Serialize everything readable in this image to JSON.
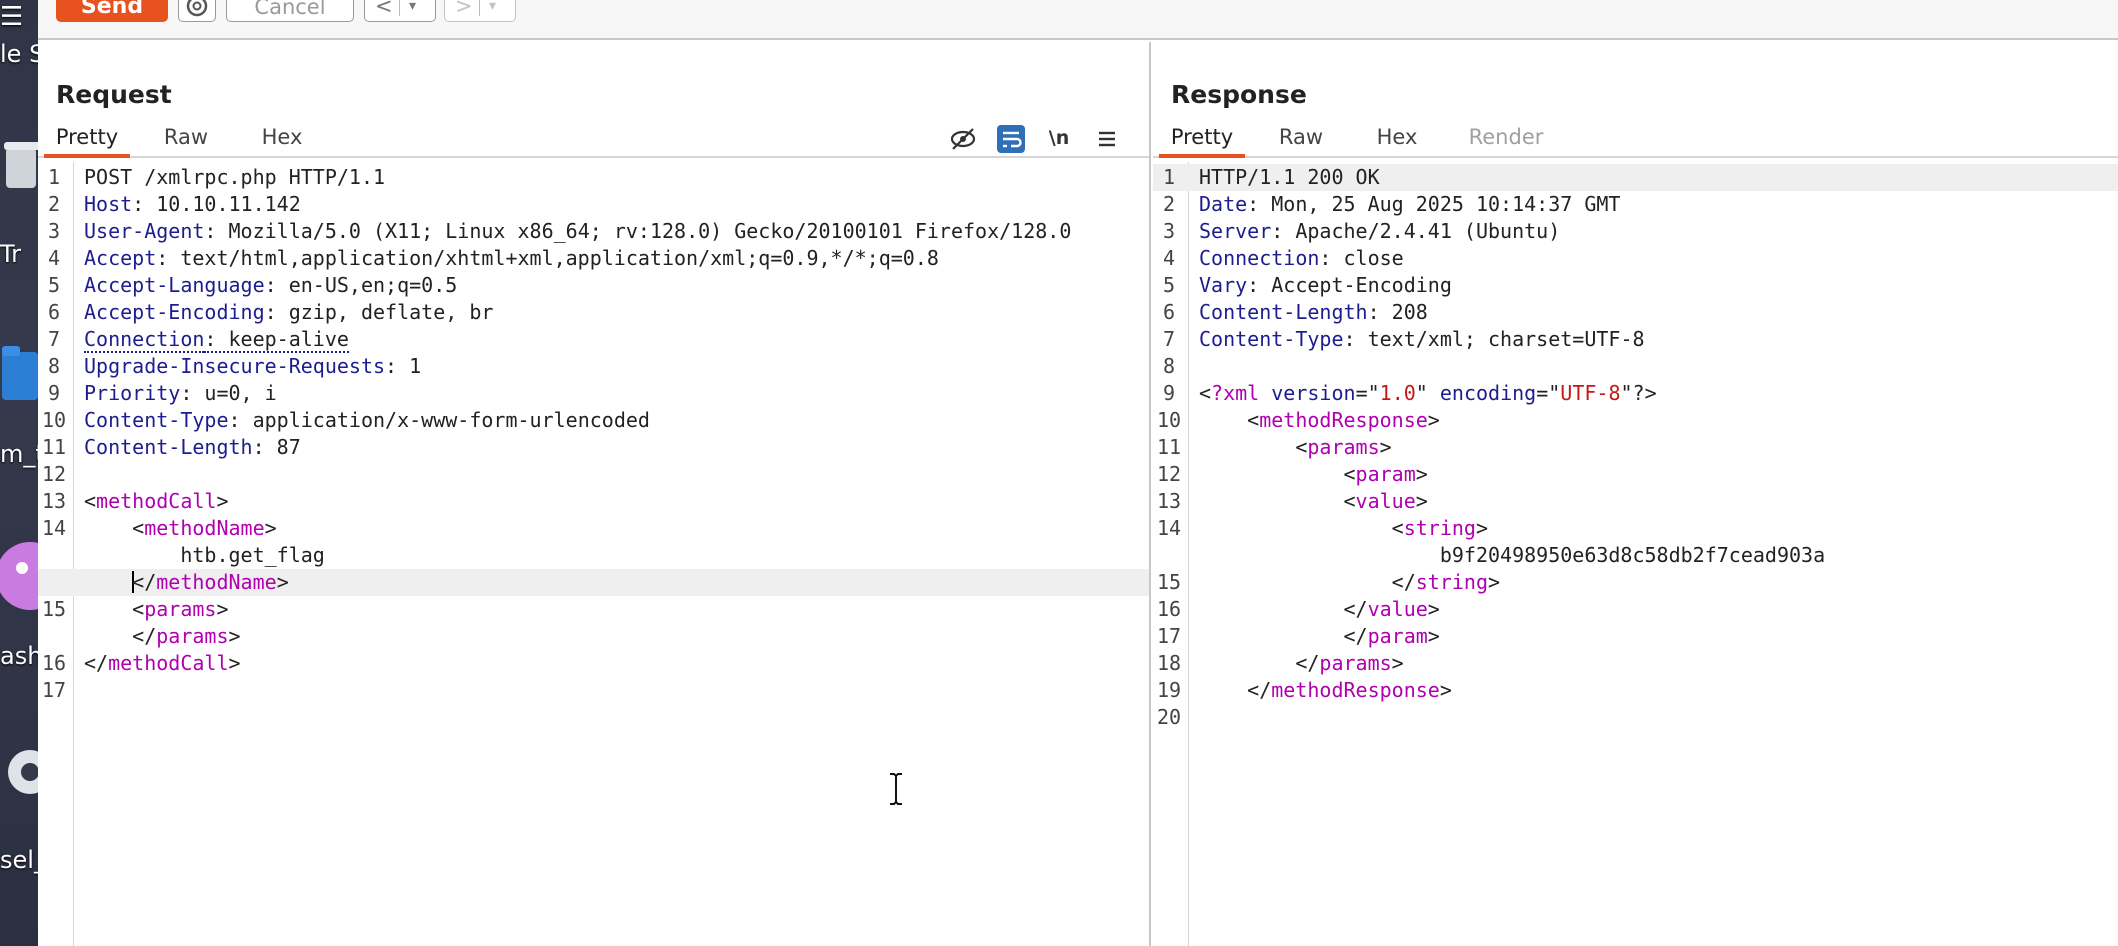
{
  "desktop": {
    "labels": [
      "le S",
      "Tr",
      "m_t",
      "ash",
      "sel_"
    ]
  },
  "toolbar": {
    "send_label": "Send",
    "cancel_label": "Cancel",
    "back_label": "<",
    "forward_label": ">",
    "dropdown_glyph": "▾"
  },
  "request": {
    "title": "Request",
    "tabs": [
      {
        "label": "Pretty",
        "active": true
      },
      {
        "label": "Raw",
        "active": false
      },
      {
        "label": "Hex",
        "active": false
      }
    ],
    "icons": [
      "hide-eye-icon",
      "word-wrap-icon",
      "newline-icon",
      "menu-icon"
    ],
    "newline_label": "\\n",
    "lines": [
      {
        "n": "1",
        "parts": [
          [
            "",
            "POST /xmlrpc.php HTTP/1.1"
          ]
        ]
      },
      {
        "n": "2",
        "parts": [
          [
            "k",
            "Host"
          ],
          [
            "",
            ": 10.10.11.142"
          ]
        ]
      },
      {
        "n": "3",
        "parts": [
          [
            "k",
            "User-Agent"
          ],
          [
            "",
            ": Mozilla/5.0 (X11; Linux x86_64; rv:128.0) Gecko/20100101 Firefox/128.0"
          ]
        ]
      },
      {
        "n": "4",
        "parts": [
          [
            "k",
            "Accept"
          ],
          [
            "",
            ": text/html,application/xhtml+xml,application/xml;q=0.9,*/*;q=0.8"
          ]
        ]
      },
      {
        "n": "5",
        "parts": [
          [
            "k",
            "Accept-Language"
          ],
          [
            "",
            ": en-US,en;q=0.5"
          ]
        ]
      },
      {
        "n": "6",
        "parts": [
          [
            "k",
            "Accept-Encoding"
          ],
          [
            "",
            ": gzip, deflate, br"
          ]
        ]
      },
      {
        "n": "7",
        "parts": [
          [
            "kd",
            "Connection"
          ],
          [
            "d",
            ": keep-alive"
          ]
        ]
      },
      {
        "n": "8",
        "parts": [
          [
            "k",
            "Upgrade-Insecure-Requests"
          ],
          [
            "",
            ": 1"
          ]
        ]
      },
      {
        "n": "9",
        "parts": [
          [
            "k",
            "Priority"
          ],
          [
            "",
            ": u=0, i"
          ]
        ]
      },
      {
        "n": "10",
        "parts": [
          [
            "k",
            "Content-Type"
          ],
          [
            "",
            ": application/x-www-form-urlencoded"
          ]
        ]
      },
      {
        "n": "11",
        "parts": [
          [
            "k",
            "Content-Length"
          ],
          [
            "",
            ": 87"
          ]
        ]
      },
      {
        "n": "12",
        "parts": []
      },
      {
        "n": "13",
        "parts": [
          [
            "",
            "<"
          ],
          [
            "t",
            "methodCall"
          ],
          [
            "",
            ">"
          ]
        ]
      },
      {
        "n": "14",
        "parts": [
          [
            "",
            "    <"
          ],
          [
            "t",
            "methodName"
          ],
          [
            "",
            ">"
          ]
        ]
      },
      {
        "n": "",
        "parts": [
          [
            "",
            "        htb.get_flag"
          ]
        ]
      },
      {
        "n": "",
        "highlight": true,
        "caret": true,
        "parts": [
          [
            "",
            "    </"
          ],
          [
            "t",
            "methodName"
          ],
          [
            "",
            ">"
          ]
        ]
      },
      {
        "n": "15",
        "parts": [
          [
            "",
            "    <"
          ],
          [
            "t",
            "params"
          ],
          [
            "",
            ">"
          ]
        ]
      },
      {
        "n": "",
        "parts": [
          [
            "",
            "    </"
          ],
          [
            "t",
            "params"
          ],
          [
            "",
            ">"
          ]
        ]
      },
      {
        "n": "16",
        "parts": [
          [
            "",
            "</"
          ],
          [
            "t",
            "methodCall"
          ],
          [
            "",
            ">"
          ]
        ]
      },
      {
        "n": "17",
        "parts": []
      }
    ]
  },
  "response": {
    "title": "Response",
    "tabs": [
      {
        "label": "Pretty",
        "active": true
      },
      {
        "label": "Raw",
        "active": false
      },
      {
        "label": "Hex",
        "active": false
      },
      {
        "label": "Render",
        "active": false,
        "disabled": true
      }
    ],
    "lines": [
      {
        "n": "1",
        "highlight": true,
        "parts": [
          [
            "",
            "HTTP/1.1 200 OK"
          ]
        ]
      },
      {
        "n": "2",
        "parts": [
          [
            "k",
            "Date"
          ],
          [
            "",
            ": Mon, 25 Aug 2025 10:14:37 GMT"
          ]
        ]
      },
      {
        "n": "3",
        "parts": [
          [
            "k",
            "Server"
          ],
          [
            "",
            ": Apache/2.4.41 (Ubuntu)"
          ]
        ]
      },
      {
        "n": "4",
        "parts": [
          [
            "k",
            "Connection"
          ],
          [
            "",
            ": close"
          ]
        ]
      },
      {
        "n": "5",
        "parts": [
          [
            "k",
            "Vary"
          ],
          [
            "",
            ": Accept-Encoding"
          ]
        ]
      },
      {
        "n": "6",
        "parts": [
          [
            "k",
            "Content-Length"
          ],
          [
            "",
            ": 208"
          ]
        ]
      },
      {
        "n": "7",
        "parts": [
          [
            "k",
            "Content-Type"
          ],
          [
            "",
            ": text/xml; charset=UTF-8"
          ]
        ]
      },
      {
        "n": "8",
        "parts": []
      },
      {
        "n": "9",
        "parts": [
          [
            "",
            "<"
          ],
          [
            "t",
            "?xml"
          ],
          [
            "",
            " "
          ],
          [
            "a",
            "version"
          ],
          [
            "",
            "=\""
          ],
          [
            "s",
            "1.0"
          ],
          [
            "",
            "\" "
          ],
          [
            "a",
            "encoding"
          ],
          [
            "",
            "=\""
          ],
          [
            "s",
            "UTF-8"
          ],
          [
            "",
            "\"?>"
          ]
        ]
      },
      {
        "n": "10",
        "parts": [
          [
            "",
            "    <"
          ],
          [
            "t",
            "methodResponse"
          ],
          [
            "",
            ">"
          ]
        ]
      },
      {
        "n": "11",
        "parts": [
          [
            "",
            "        <"
          ],
          [
            "t",
            "params"
          ],
          [
            "",
            ">"
          ]
        ]
      },
      {
        "n": "12",
        "parts": [
          [
            "",
            "            <"
          ],
          [
            "t",
            "param"
          ],
          [
            "",
            ">"
          ]
        ]
      },
      {
        "n": "13",
        "parts": [
          [
            "",
            "            <"
          ],
          [
            "t",
            "value"
          ],
          [
            "",
            ">"
          ]
        ]
      },
      {
        "n": "14",
        "parts": [
          [
            "",
            "                <"
          ],
          [
            "t",
            "string"
          ],
          [
            "",
            ">"
          ]
        ]
      },
      {
        "n": "",
        "parts": [
          [
            "",
            "                    b9f20498950e63d8c58db2f7cead903a"
          ]
        ]
      },
      {
        "n": "15",
        "parts": [
          [
            "",
            "                </"
          ],
          [
            "t",
            "string"
          ],
          [
            "",
            ">"
          ]
        ]
      },
      {
        "n": "16",
        "parts": [
          [
            "",
            "            </"
          ],
          [
            "t",
            "value"
          ],
          [
            "",
            ">"
          ]
        ]
      },
      {
        "n": "17",
        "parts": [
          [
            "",
            "            </"
          ],
          [
            "t",
            "param"
          ],
          [
            "",
            ">"
          ]
        ]
      },
      {
        "n": "18",
        "parts": [
          [
            "",
            "        </"
          ],
          [
            "t",
            "params"
          ],
          [
            "",
            ">"
          ]
        ]
      },
      {
        "n": "19",
        "parts": [
          [
            "",
            "    </"
          ],
          [
            "t",
            "methodResponse"
          ],
          [
            "",
            ">"
          ]
        ]
      },
      {
        "n": "20",
        "parts": []
      }
    ]
  },
  "colors": {
    "accent": "#e8521e",
    "header_name": "#1d1d8f",
    "xml_tag": "#b000b0",
    "xml_value": "#c41a16",
    "wrap_icon_bg": "#2f6fb5"
  }
}
